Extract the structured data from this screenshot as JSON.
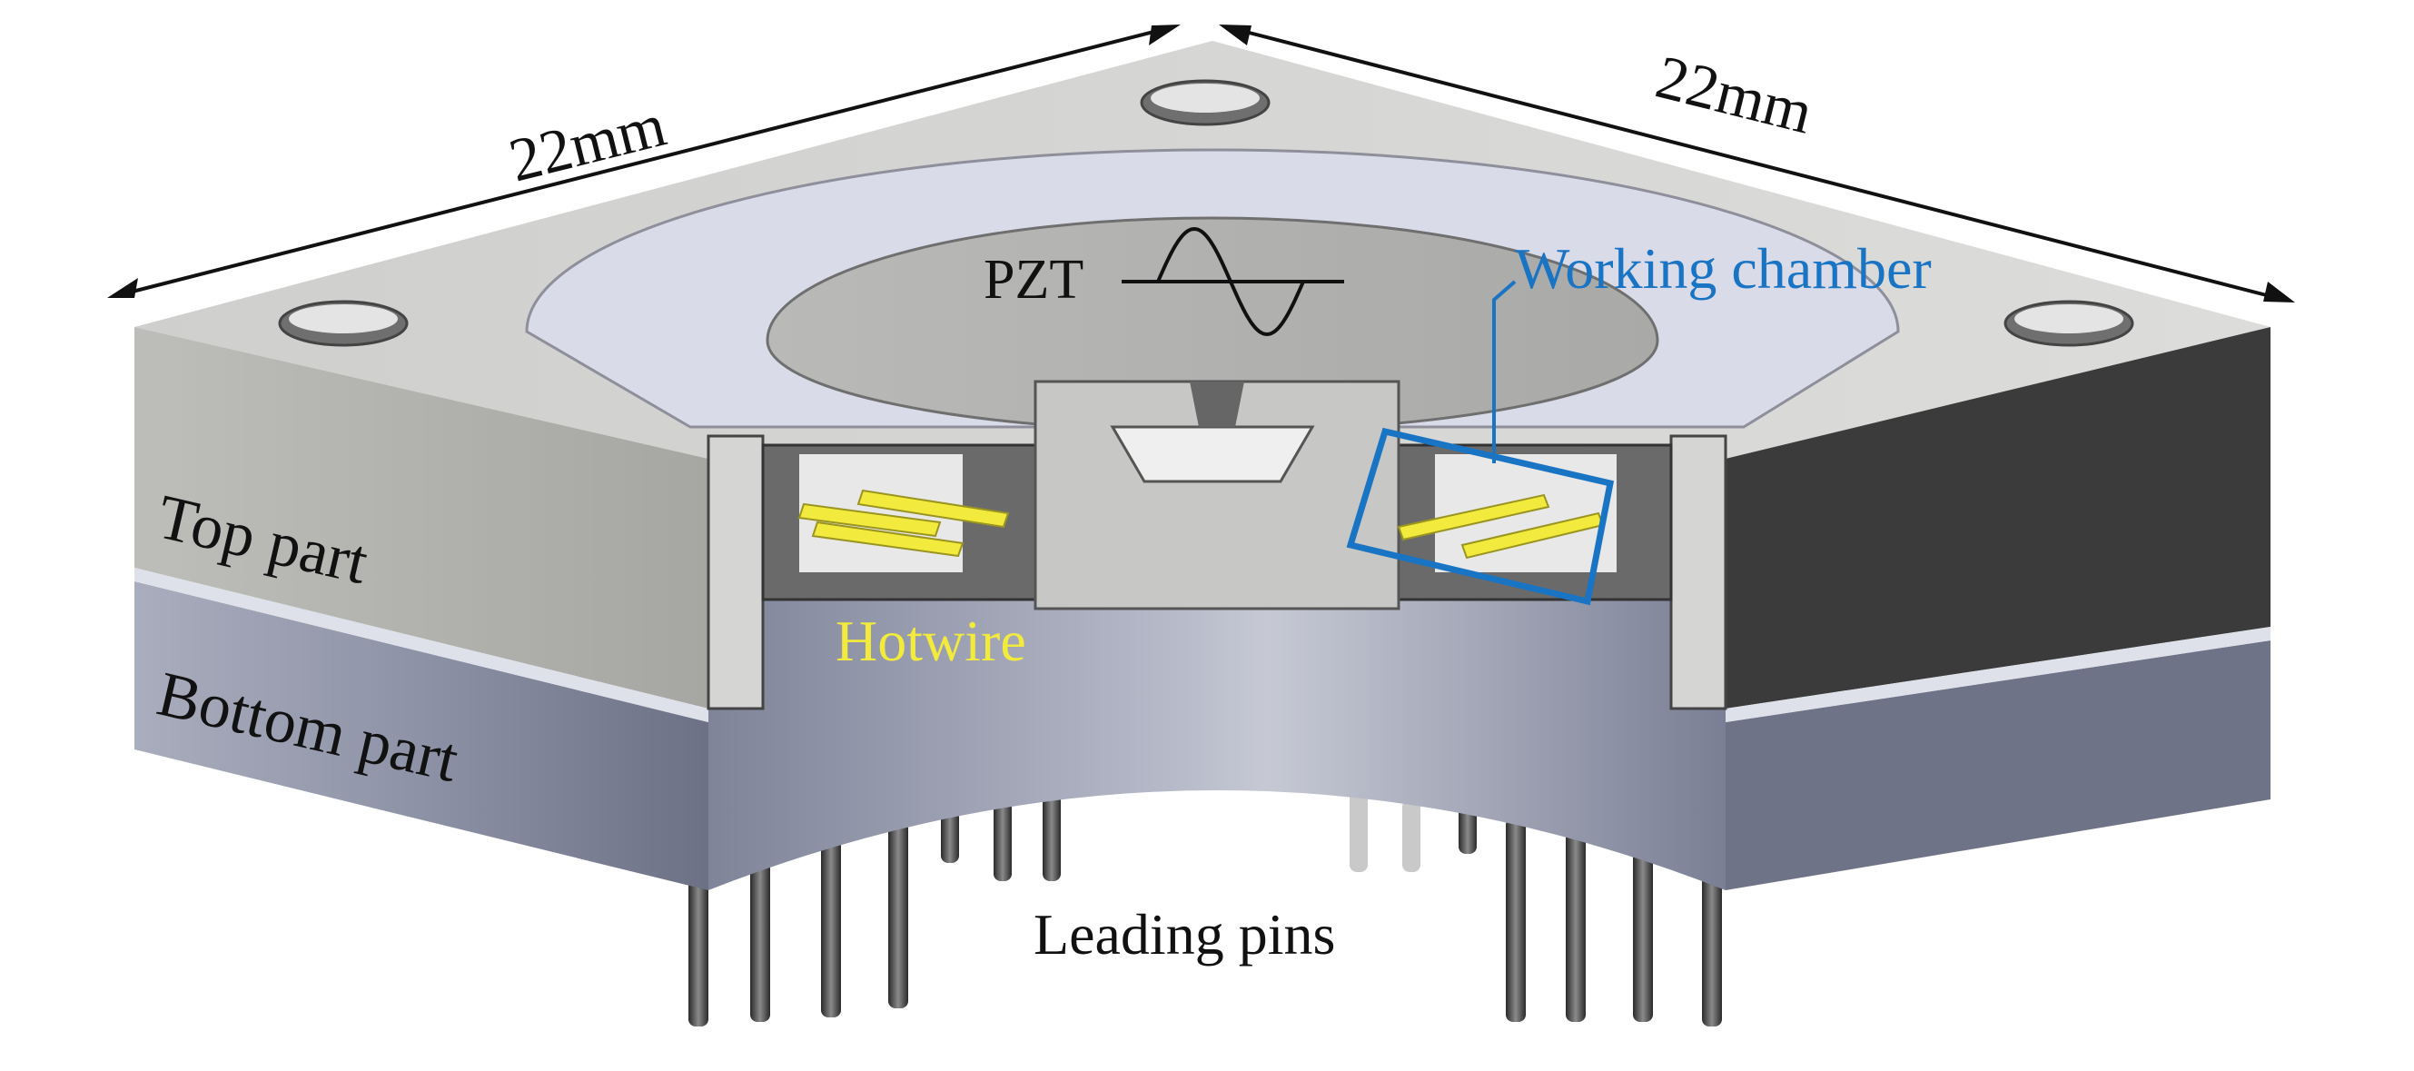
{
  "labels": {
    "dim_left": "22mm",
    "dim_right": "22mm",
    "pzt": "PZT",
    "working_chamber": "Working chamber",
    "top_part": "Top part",
    "bottom_part": "Bottom part",
    "hotwire": "Hotwire",
    "leading_pins": "Leading pins"
  },
  "colors": {
    "hotwire": "#f2ea3c",
    "working_chamber": "#1a74c4",
    "top_part": "#b9b9b6",
    "bottom_part": "#8e94a8",
    "dark_face": "#3a3a3a"
  }
}
